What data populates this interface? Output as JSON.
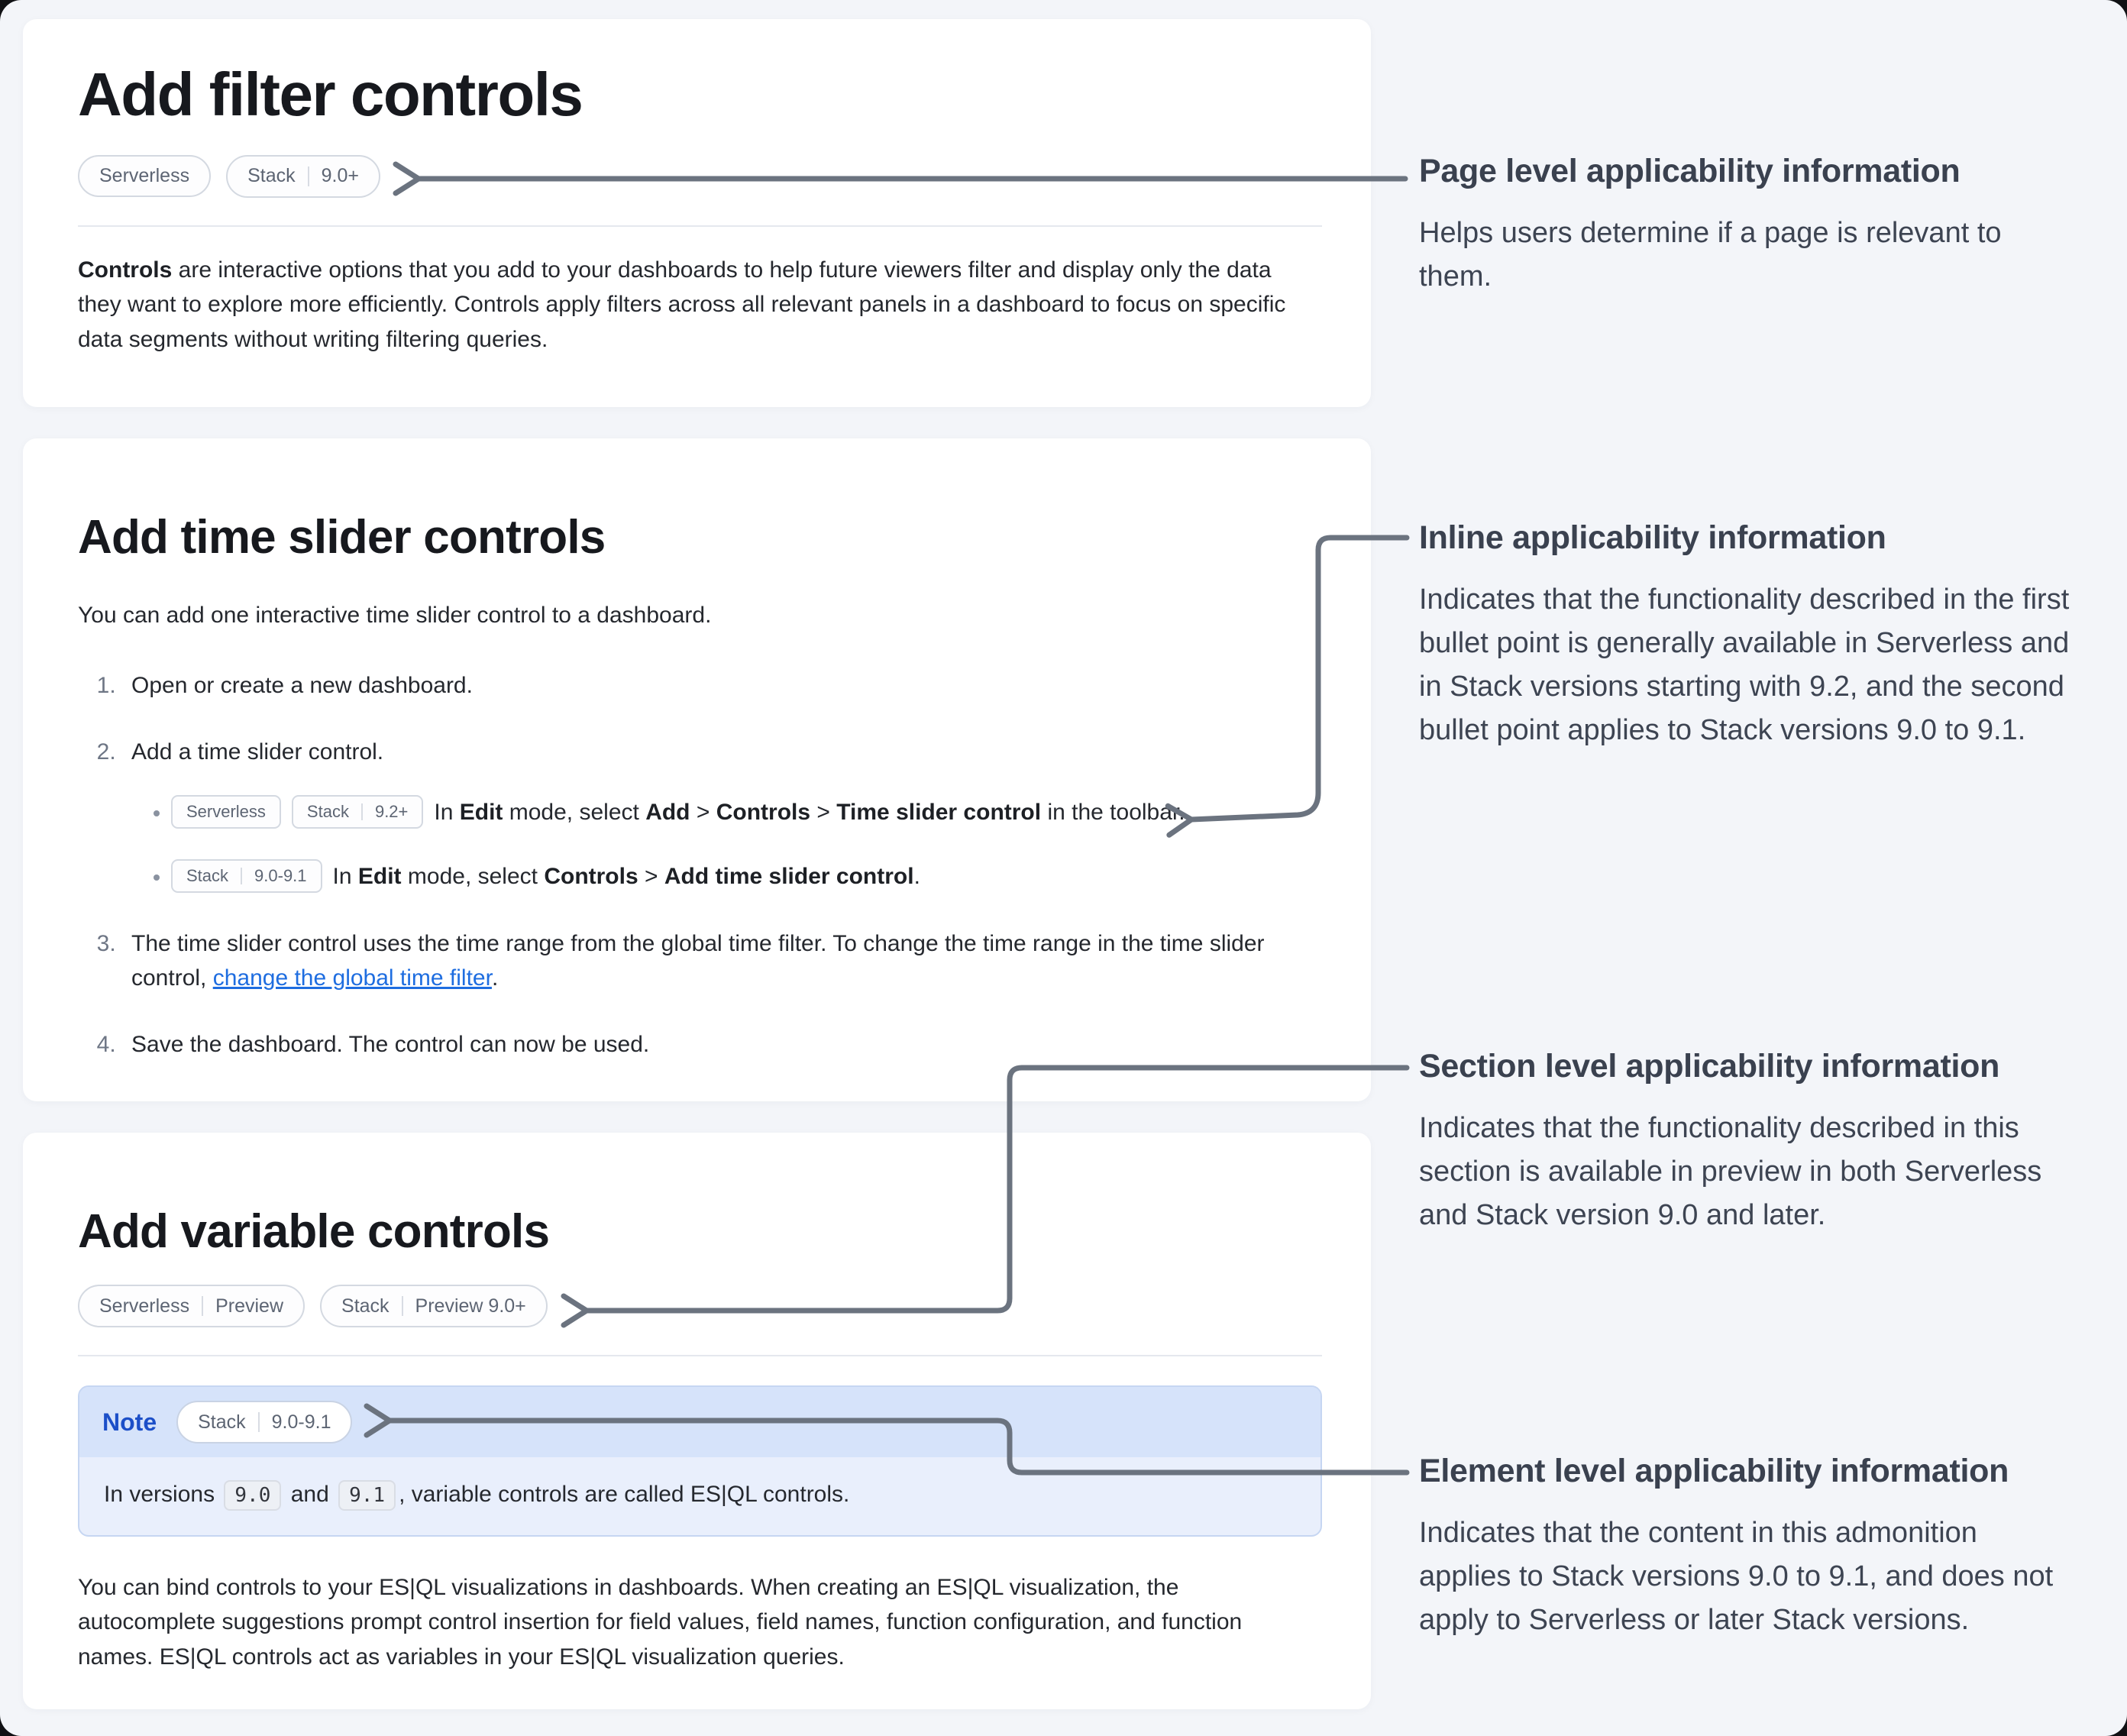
{
  "panel1": {
    "title": "Add filter controls",
    "badges": [
      {
        "segments": [
          "Serverless"
        ]
      },
      {
        "segments": [
          "Stack",
          "9.0+"
        ]
      }
    ],
    "paragraph": [
      {
        "t": "Controls",
        "b": true
      },
      {
        "t": " are interactive options that you add to your dashboards to help future viewers filter and display only the data they want to explore more efficiently. Controls apply filters across all relevant panels in a dashboard to focus on specific data segments without writing filtering queries."
      }
    ]
  },
  "panel2": {
    "title": "Add time slider controls",
    "intro": "You can add one interactive time slider control to a dashboard.",
    "steps": [
      {
        "text": [
          {
            "t": "Open or create a new dashboard."
          }
        ]
      },
      {
        "text": [
          {
            "t": "Add a time slider control."
          }
        ],
        "bullets": [
          {
            "badges": [
              {
                "segments": [
                  "Serverless"
                ]
              },
              {
                "segments": [
                  "Stack",
                  "9.2+"
                ]
              }
            ],
            "text": [
              {
                "t": "In "
              },
              {
                "t": "Edit",
                "b": true
              },
              {
                "t": " mode, select "
              },
              {
                "t": "Add",
                "b": true
              },
              {
                "t": " > "
              },
              {
                "t": "Controls",
                "b": true
              },
              {
                "t": " > "
              },
              {
                "t": "Time slider control",
                "b": true
              },
              {
                "t": " in the toolbar."
              }
            ]
          },
          {
            "badges": [
              {
                "segments": [
                  "Stack",
                  "9.0-9.1"
                ]
              }
            ],
            "text": [
              {
                "t": "In "
              },
              {
                "t": "Edit",
                "b": true
              },
              {
                "t": " mode, select "
              },
              {
                "t": "Controls",
                "b": true
              },
              {
                "t": " > "
              },
              {
                "t": "Add time slider control",
                "b": true
              },
              {
                "t": "."
              }
            ]
          }
        ]
      },
      {
        "text": [
          {
            "t": "The time slider control uses the time range from the global time filter. To change the time range in the time slider control, "
          },
          {
            "t": "change the global time filter",
            "link": true
          },
          {
            "t": "."
          }
        ]
      },
      {
        "text": [
          {
            "t": "Save the dashboard. The control can now be used."
          }
        ]
      }
    ]
  },
  "panel3": {
    "title": "Add variable controls",
    "badges": [
      {
        "segments": [
          "Serverless",
          "Preview"
        ]
      },
      {
        "segments": [
          "Stack",
          "Preview 9.0+"
        ]
      }
    ],
    "note": {
      "label": "Note",
      "badges": [
        {
          "segments": [
            "Stack",
            "9.0-9.1"
          ]
        }
      ],
      "body": [
        {
          "t": "In versions "
        },
        {
          "t": "9.0",
          "code": true
        },
        {
          "t": " and "
        },
        {
          "t": "9.1",
          "code": true
        },
        {
          "t": ", variable controls are called ES|QL controls."
        }
      ]
    },
    "paragraph": [
      {
        "t": "You can bind controls to your ES|QL visualizations in dashboards. When creating an ES|QL visualization, the autocomplete suggestions prompt control insertion for field values, field names, function configuration, and function names. ES|QL controls act as variables in your ES|QL visualization queries."
      }
    ]
  },
  "annotations": [
    {
      "title": "Page level applicability information",
      "body": "Helps users determine if a page is relevant to them."
    },
    {
      "title": "Inline applicability information",
      "body": "Indicates that the functionality described in the first bullet point is generally available in Serverless and in Stack versions starting with 9.2, and the second bullet point applies to Stack versions 9.0 to 9.1."
    },
    {
      "title": "Section level applicability information",
      "body": "Indicates that the functionality described in this section is available in preview in both Serverless and Stack version 9.0 and later."
    },
    {
      "title": "Element level applicability information",
      "body": "Indicates that the content in this admonition applies to Stack versions 9.0 to 9.1, and does not apply to Serverless or later Stack versions."
    }
  ],
  "colors": {
    "accent_link": "#1e6de0",
    "note_label": "#1c4fc8",
    "note_header_bg": "#d6e3fa",
    "note_body_bg": "#e9effc",
    "arrow": "#6b737f"
  }
}
